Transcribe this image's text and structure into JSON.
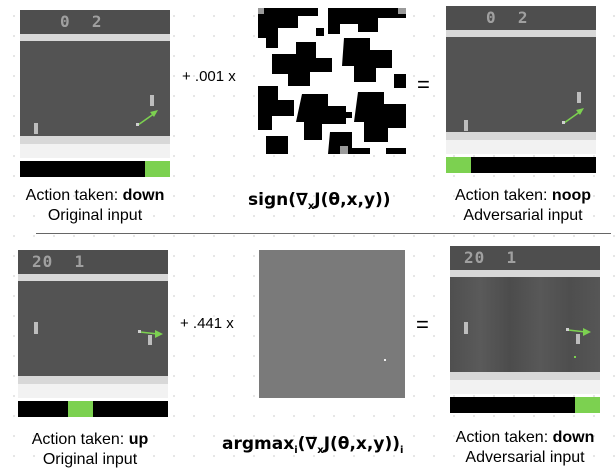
{
  "row1": {
    "left_score": "0  2",
    "right_score": "0  2",
    "multiplier": "+ .001 x",
    "equals": "=",
    "formula": "sign(∇",
    "formula_sub": "x",
    "formula_tail": "J(θ,x,y))",
    "left_caption_prefix": "Action taken:",
    "left_caption_action": "down",
    "left_caption_sub": "Original input",
    "right_caption_prefix": "Action taken:",
    "right_caption_action": "noop",
    "right_caption_sub": "Adversarial input"
  },
  "row2": {
    "left_score": "20  1",
    "right_score": "20  1",
    "multiplier": "+ .441 x",
    "equals": "=",
    "formula": "argmax",
    "formula_sub": "i",
    "formula_mid": "(∇",
    "formula_sub2": "x",
    "formula_tail": "J(θ,x,y))",
    "formula_sub3": "i",
    "left_caption_prefix": "Action taken:",
    "left_caption_action": "up",
    "left_caption_sub": "Original input",
    "right_caption_prefix": "Action taken:",
    "right_caption_action": "down",
    "right_caption_sub": "Adversarial input"
  },
  "colors": {
    "frame": "#4e4e4e",
    "wall": "#d8d8d8",
    "action_green": "#7cd150",
    "arrow_green": "#7cd150"
  },
  "action_bars": {
    "row1_left": [
      "off",
      "off",
      "on"
    ],
    "row1_right": [
      "on",
      "off",
      "off"
    ],
    "row2_left": [
      "off",
      "on",
      "off"
    ],
    "row2_right": [
      "off",
      "off",
      "on"
    ]
  }
}
